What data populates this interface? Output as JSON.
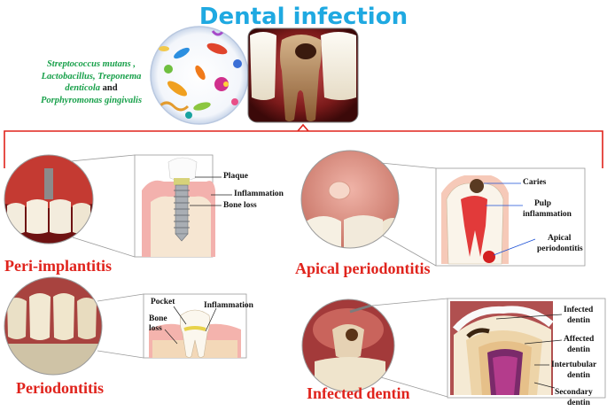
{
  "title": "Dental infection",
  "bacteria": {
    "line1": "Streptococcus mutans ,",
    "line2": "Lactobacillus, Treponema",
    "line3": "denticola",
    "and_word": "and",
    "line4": "Porphyromonas gingivalis"
  },
  "panels": {
    "peri_implantitis": {
      "title": "Peri-implantitis",
      "labels": [
        "Plaque",
        "Inflammation",
        "Bone loss"
      ]
    },
    "apical_periodontitis": {
      "title": "Apical periodontitis",
      "labels": [
        "Caries",
        "Pulp",
        "inflammation",
        "Apical",
        "periodontitis"
      ]
    },
    "periodontitis": {
      "title": "Periodontitis",
      "labels": [
        "Pocket",
        "Inflammation",
        "Bone",
        "loss"
      ]
    },
    "infected_dentin": {
      "title": "Infected dentin",
      "labels": [
        "Infected",
        "dentin",
        "Affected",
        "dentin",
        "Intertubular",
        "dentin",
        "Secondary",
        "dentin"
      ]
    }
  },
  "colors": {
    "title": "#1fa9e1",
    "panel_title": "#e0231c",
    "bacteria_text": "#18a04a",
    "bracket": "#e0231c"
  }
}
